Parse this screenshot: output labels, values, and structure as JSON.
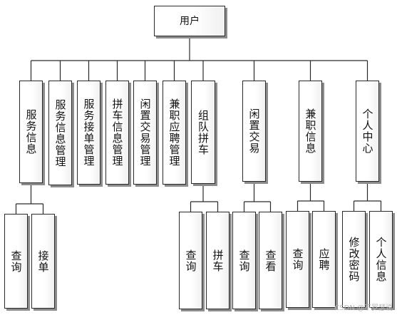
{
  "root": {
    "id": "root",
    "label": "用户"
  },
  "level1": [
    {
      "id": "n1",
      "label": "服务信息"
    },
    {
      "id": "n2",
      "label": "服务信息管理"
    },
    {
      "id": "n3",
      "label": "服务接单管理"
    },
    {
      "id": "n4",
      "label": "拼车信息管理"
    },
    {
      "id": "n5",
      "label": "闲置交易管理"
    },
    {
      "id": "n6",
      "label": "兼职应聘管理"
    },
    {
      "id": "n7",
      "label": "组队拼车"
    },
    {
      "id": "n8",
      "label": "闲置交易"
    },
    {
      "id": "n9",
      "label": "兼职信息"
    },
    {
      "id": "n10",
      "label": "个人中心"
    }
  ],
  "level2": [
    {
      "id": "c1a",
      "parent": "n1",
      "label": "查询"
    },
    {
      "id": "c1b",
      "parent": "n1",
      "label": "接单"
    },
    {
      "id": "c7a",
      "parent": "n7",
      "label": "查询"
    },
    {
      "id": "c7b",
      "parent": "n7",
      "label": "拼车"
    },
    {
      "id": "c8a",
      "parent": "n8",
      "label": "查询"
    },
    {
      "id": "c8b",
      "parent": "n8",
      "label": "查看"
    },
    {
      "id": "c9a",
      "parent": "n9",
      "label": "查询"
    },
    {
      "id": "c9b",
      "parent": "n9",
      "label": "应聘"
    },
    {
      "id": "c10a",
      "parent": "n10",
      "label": "修改密码"
    },
    {
      "id": "c10b",
      "parent": "n10",
      "label": "个人信息"
    }
  ],
  "watermark": "CSDN @不罗瑟说"
}
